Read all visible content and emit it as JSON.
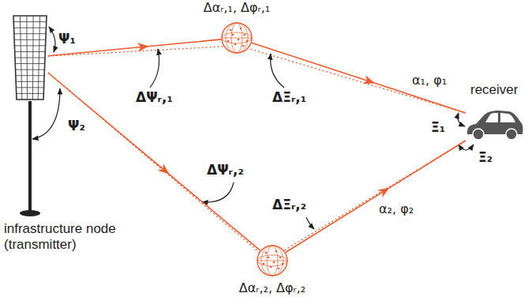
{
  "diagram": {
    "nodes": [
      {
        "text": [
          "infrastructure node (transmitter)"
        ]
      },
      {
        "text": [
          "Δαᵣ,₁, Δφᵣ,₁"
        ]
      },
      {
        "text": [
          "receiver"
        ]
      },
      {
        "text": [
          "Δαᵣ,₂, Δφᵣ,₂"
        ]
      }
    ],
    "edges": [
      {
        "from": 0,
        "to": 1,
        "arrow": "to"
      },
      {
        "from": 1,
        "to": 2,
        "arrow": "to",
        "label": "α₁, φ₁"
      },
      {
        "from": 0,
        "to": 3,
        "arrow": "to"
      },
      {
        "from": 3,
        "to": 2,
        "arrow": "to",
        "label": "α₂, φ₂"
      }
    ],
    "labels": [
      "Ψ₁",
      "ΔΨᵣ,₁",
      "ΔΞᵣ,₁",
      "Ξ₁",
      "Ψ₂",
      "ΔΨᵣ,₂",
      "ΔΞᵣ,₂",
      "Ξ₂"
    ]
  }
}
